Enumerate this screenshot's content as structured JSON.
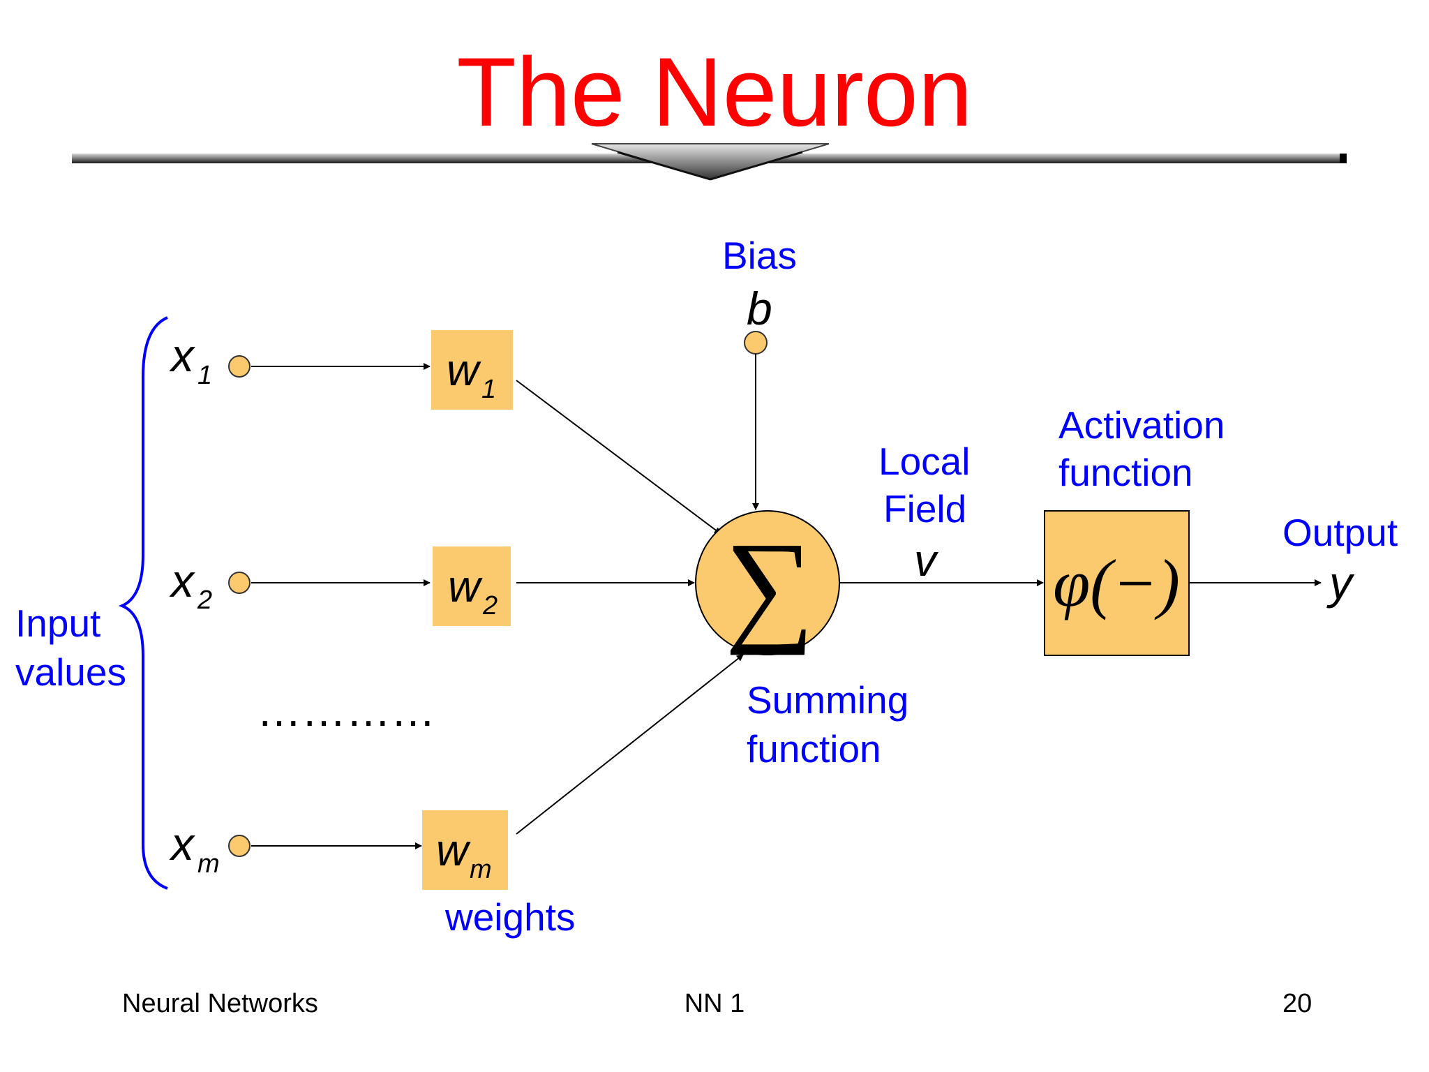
{
  "title": "The Neuron",
  "colors": {
    "title": "#ff0000",
    "label": "#0000ff",
    "box": "#fcca6e",
    "node": "#fcca6e",
    "line": "#000000",
    "brace": "#0000ff"
  },
  "diagram": {
    "inputs": [
      {
        "symbol": "x",
        "subscript": "1"
      },
      {
        "symbol": "x",
        "subscript": "2"
      },
      {
        "symbol": "x",
        "subscript": "m"
      }
    ],
    "weights": [
      {
        "symbol": "w",
        "subscript": "1"
      },
      {
        "symbol": "w",
        "subscript": "2"
      },
      {
        "symbol": "w",
        "subscript": "m"
      }
    ],
    "ellipsis": "…………",
    "input_values_label": [
      "Input",
      "values"
    ],
    "weights_label": "weights",
    "bias_label": "Bias",
    "bias_symbol": "b",
    "summing_symbol": "∑",
    "summing_label": [
      "Summing",
      "function"
    ],
    "local_field_label": [
      "Local",
      "Field"
    ],
    "local_field_symbol": "v",
    "activation_label": [
      "Activation",
      "function"
    ],
    "activation_symbol": "φ(−)",
    "output_label": "Output",
    "output_symbol": "y"
  },
  "footer": {
    "left": "Neural Networks",
    "center": "NN 1",
    "right": "20"
  }
}
